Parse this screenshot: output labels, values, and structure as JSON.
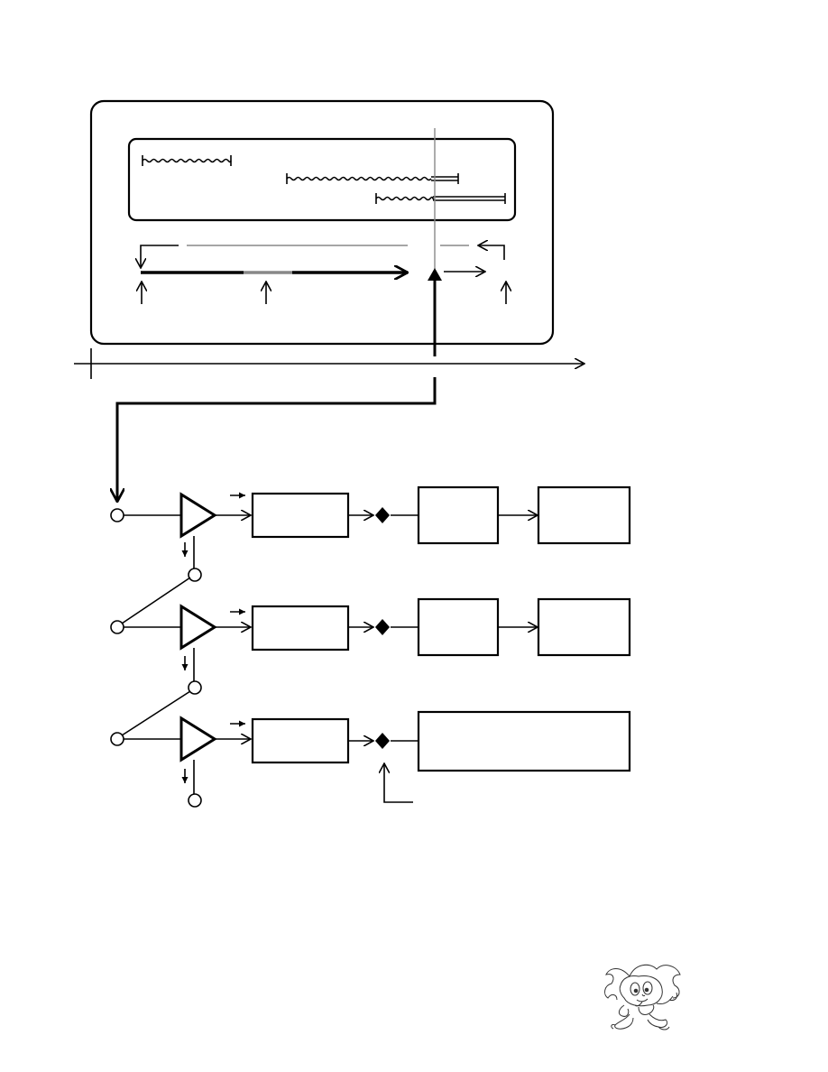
{
  "diagram": {
    "kind": "block-diagram",
    "text_labels": [],
    "colors": {
      "ink": "#000000",
      "grey_segment": "#888888",
      "background": "#ffffff"
    },
    "timeline_panel": {
      "wavy_bars": 3,
      "main_track_segments": [
        "solid",
        "grey",
        "solid"
      ],
      "marker": "triangle-up"
    },
    "signal_chain": {
      "stages": 3,
      "stage_1": [
        "input-node",
        "amplifier",
        "block",
        "junction",
        "block",
        "block"
      ],
      "stage_2": [
        "switch",
        "amplifier",
        "block",
        "junction",
        "block",
        "block"
      ],
      "stage_3": [
        "switch",
        "amplifier",
        "block",
        "junction",
        "wide-block"
      ]
    },
    "mascot": "hedgehog-sketch-icon"
  }
}
